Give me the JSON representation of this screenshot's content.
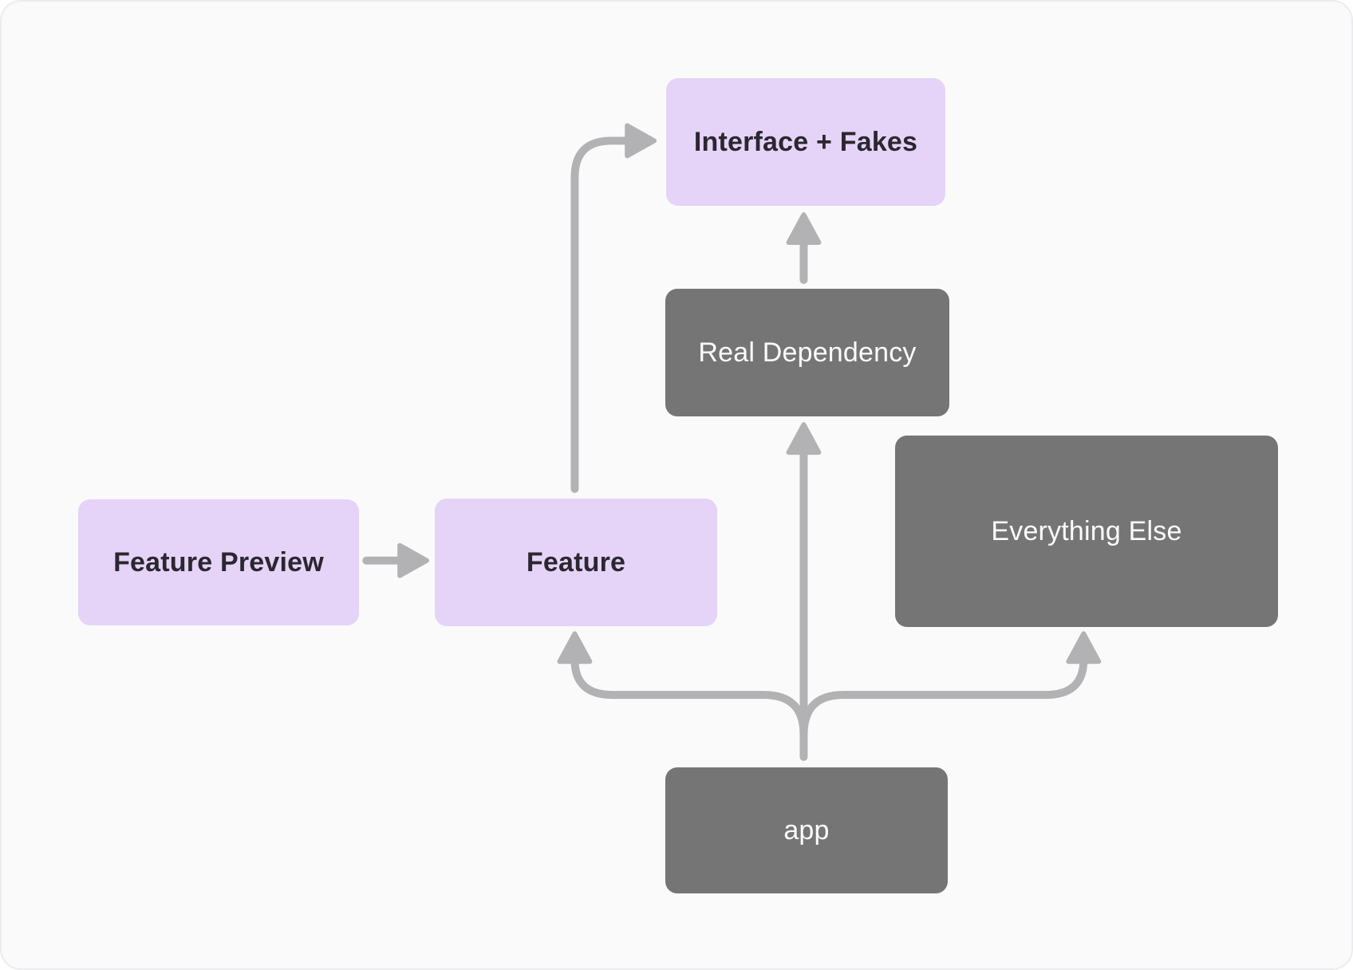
{
  "diagram": {
    "nodes": {
      "interface_fakes": {
        "label": "Interface + Fakes",
        "style": "purple"
      },
      "real_dependency": {
        "label": "Real Dependency",
        "style": "gray"
      },
      "everything_else": {
        "label": "Everything Else",
        "style": "gray"
      },
      "feature_preview": {
        "label": "Feature Preview",
        "style": "purple"
      },
      "feature": {
        "label": "Feature",
        "style": "purple"
      },
      "app": {
        "label": "app",
        "style": "gray"
      }
    },
    "edges": [
      {
        "from": "Feature Preview",
        "to": "Feature"
      },
      {
        "from": "Feature",
        "to": "Interface + Fakes"
      },
      {
        "from": "Real Dependency",
        "to": "Interface + Fakes"
      },
      {
        "from": "app",
        "to": "Real Dependency"
      },
      {
        "from": "app",
        "to": "Feature"
      },
      {
        "from": "app",
        "to": "Everything Else"
      }
    ],
    "colors": {
      "background": "#fafafa",
      "node_purple_fill": "#e5d4f7",
      "node_purple_text": "#2a2730",
      "node_gray_fill": "#757575",
      "node_gray_text": "#fcfbfd",
      "arrow": "#b2b2b4"
    }
  }
}
